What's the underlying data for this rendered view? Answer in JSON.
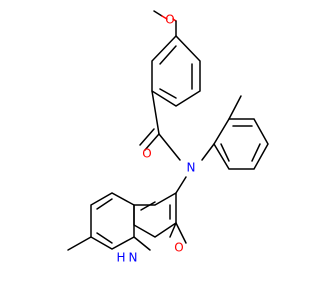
{
  "molecule": {
    "atoms": {
      "methoxy_oxygen": "O",
      "carbonyl_oxygen": "O",
      "amide_nitrogen": "N",
      "ring_nitrogen": "N",
      "ring_nitrogen_hydrogen": "H",
      "lactam_oxygen": "O"
    }
  },
  "colors": {
    "bond": "#000000",
    "oxygen": "#ff0000",
    "nitrogen": "#0000ff",
    "background": "#ffffff"
  }
}
